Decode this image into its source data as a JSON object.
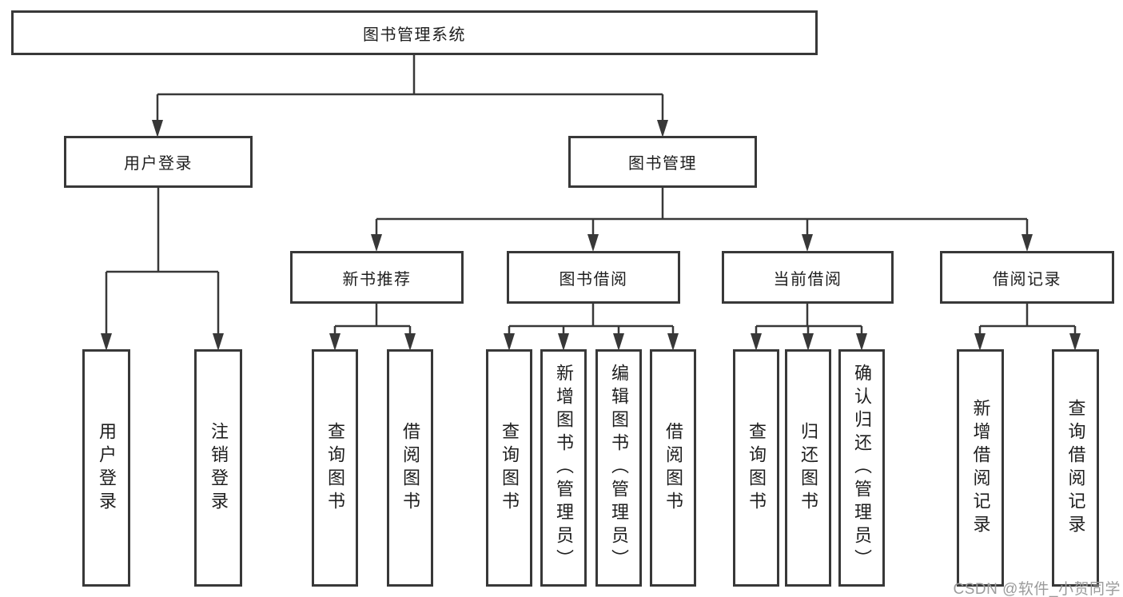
{
  "colors": {
    "background": "#ffffff",
    "line": "#383838",
    "box_border": "#383838",
    "text": "#1e1e1e",
    "watermark": "#9b9b9b"
  },
  "tree": {
    "root": {
      "label": "图书管理系统"
    },
    "branches": [
      {
        "label": "用户登录",
        "children": [
          {
            "label": "用户登录"
          },
          {
            "label": "注销登录"
          }
        ]
      },
      {
        "label": "图书管理",
        "children": [
          {
            "label": "新书推荐",
            "children": [
              {
                "label": "查询图书"
              },
              {
                "label": "借阅图书"
              }
            ]
          },
          {
            "label": "图书借阅",
            "children": [
              {
                "label": "查询图书"
              },
              {
                "label": "新增图书（管理员）"
              },
              {
                "label": "编辑图书（管理员）"
              },
              {
                "label": "借阅图书"
              }
            ]
          },
          {
            "label": "当前借阅",
            "children": [
              {
                "label": "查询图书"
              },
              {
                "label": "归还图书"
              },
              {
                "label": "确认归还（管理员）"
              }
            ]
          },
          {
            "label": "借阅记录",
            "children": [
              {
                "label": "新增借阅记录"
              },
              {
                "label": "查询借阅记录"
              }
            ]
          }
        ]
      }
    ]
  },
  "watermark": {
    "text": "CSDN @软件_小贺同学"
  }
}
